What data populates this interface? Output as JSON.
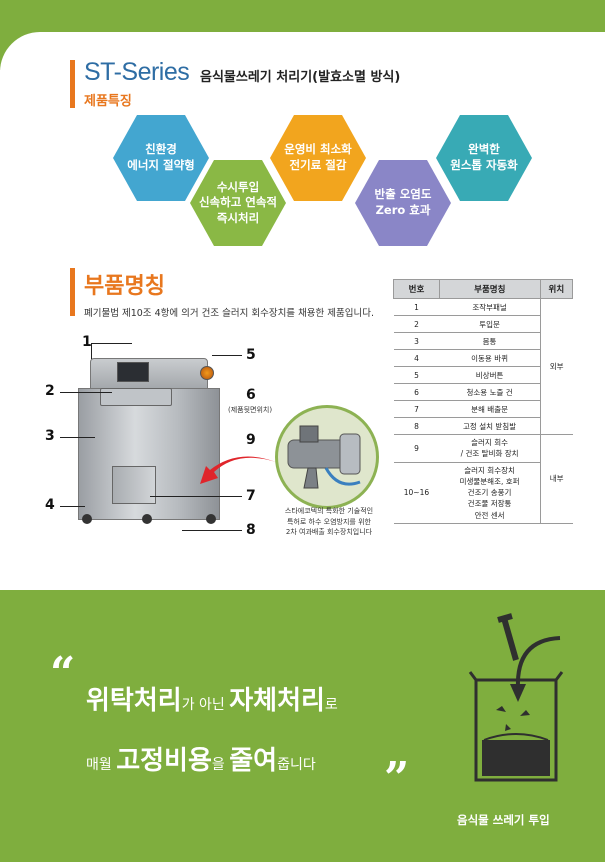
{
  "header": {
    "title": "ST-Series",
    "subtitle": "음식물쓰레기 처리기(발효소멸 방식)",
    "features_label": "제품특징"
  },
  "features": [
    {
      "text": "친환경\n에너지 절약형",
      "color": "#43a6d0"
    },
    {
      "text": "수시투입\n신속하고 연속적\n즉시처리",
      "color": "#8ab845"
    },
    {
      "text": "운영비 최소화\n전기료 절감",
      "color": "#f2a51e"
    },
    {
      "text": "반출 오염도\nZero 효과",
      "color": "#8a86c7"
    },
    {
      "text": "완벽한\n원스톱 자동화",
      "color": "#38aab5"
    }
  ],
  "parts": {
    "label": "부품명칭",
    "description": "폐기물법 제10조 4항에 의거 건조 슬러지 회수장치를 채용한 제품입니다.",
    "callouts": [
      "1",
      "2",
      "3",
      "4",
      "5",
      "6",
      "7",
      "8",
      "9"
    ],
    "callout6_note": "(제품뒷면위치)",
    "circle_caption": "스타에코텍의 특화한 기술적인\n특허로 하수 오염방지를 위한\n2차 여과배출 회수장치입니다"
  },
  "table": {
    "headers": [
      "번호",
      "부품명칭",
      "위치"
    ],
    "rows": [
      {
        "num": "1",
        "name": "조작부패널"
      },
      {
        "num": "2",
        "name": "투입문"
      },
      {
        "num": "3",
        "name": "몸통"
      },
      {
        "num": "4",
        "name": "이동용 바퀴"
      },
      {
        "num": "5",
        "name": "비상버튼"
      },
      {
        "num": "6",
        "name": "청소용 노즐 건"
      },
      {
        "num": "7",
        "name": "분해 배출문"
      },
      {
        "num": "8",
        "name": "고정 설치 받침발"
      },
      {
        "num": "9",
        "name": "슬러지 회수\n/ 건조 탈비화 장치"
      },
      {
        "num": "10~16",
        "name": "슬러지 회수장치\n미생물분해조, 호퍼\n건조기 송풍기\n건조물 저장통\n안전 센서"
      }
    ],
    "location_outer": "외부",
    "location_inner": "내부"
  },
  "slogan": {
    "line1_big1": "위탁처리",
    "line1_sm1": "가 아닌 ",
    "line1_big2": "자체처리",
    "line1_sm2": "로",
    "line2_sm1": "매월 ",
    "line2_big1": "고정비용",
    "line2_sm2": "을 ",
    "line2_big2": "줄여",
    "line2_sm3": "줍니다",
    "quote_open": "“",
    "quote_close": "”",
    "illustration_caption": "음식물 쓰레기 투입"
  }
}
